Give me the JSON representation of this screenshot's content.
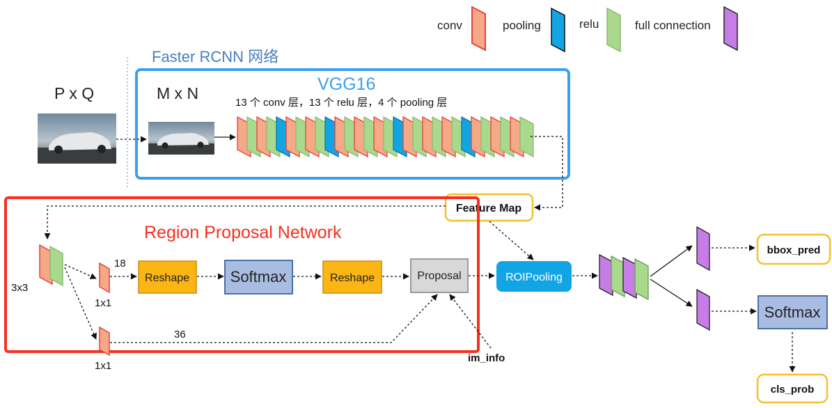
{
  "legend": {
    "conv": {
      "label": "conv",
      "color": "#f6a986"
    },
    "pooling": {
      "label": "pooling",
      "color": "#12a5e3"
    },
    "relu": {
      "label": "relu",
      "color": "#a8d98c"
    },
    "fc": {
      "label": "full connection",
      "color": "#c77de6"
    }
  },
  "frcnn_title": "Faster RCNN 网络",
  "vgg": {
    "title": "VGG16",
    "subtitle": "13 个 conv 层，13 个 relu 层，4 个 pooling 层",
    "sequence": [
      "conv",
      "relu",
      "conv",
      "relu",
      "pool",
      "conv",
      "relu",
      "conv",
      "relu",
      "pool",
      "conv",
      "relu",
      "conv",
      "relu",
      "conv",
      "relu",
      "pool",
      "conv",
      "relu",
      "conv",
      "relu",
      "conv",
      "relu",
      "pool",
      "conv",
      "relu",
      "conv",
      "relu",
      "conv",
      "relu"
    ]
  },
  "input": {
    "pxq": "P x Q",
    "mxn": "M x N"
  },
  "feature_map": "Feature Map",
  "rpn": {
    "title": "Region Proposal Network",
    "label_3x3": "3x3",
    "label_1x1_top": "1x1",
    "label_1x1_bottom": "1x1",
    "ch_18": "18",
    "ch_36": "36",
    "reshape1": "Reshape",
    "softmax": "Softmax",
    "reshape2": "Reshape",
    "proposal": "Proposal"
  },
  "im_info": "im_info",
  "roi_pooling": "ROIPooling",
  "outputs": {
    "bbox_pred": "bbox_pred",
    "softmax": "Softmax",
    "cls_prob": "cls_prob"
  },
  "colors": {
    "frcnn_title": "#4a7ebb",
    "vgg_border": "#3a9ff0",
    "vgg_title": "#3a9ff0",
    "rpn_border": "#f5301e",
    "rpn_title": "#f5301e",
    "reshape_fill": "#fbb515",
    "softmax_fill": "#a9bde2",
    "proposal_fill": "#d8d8d8",
    "roi_fill": "#12a5e3",
    "yellow_border": "#f2c12e"
  }
}
